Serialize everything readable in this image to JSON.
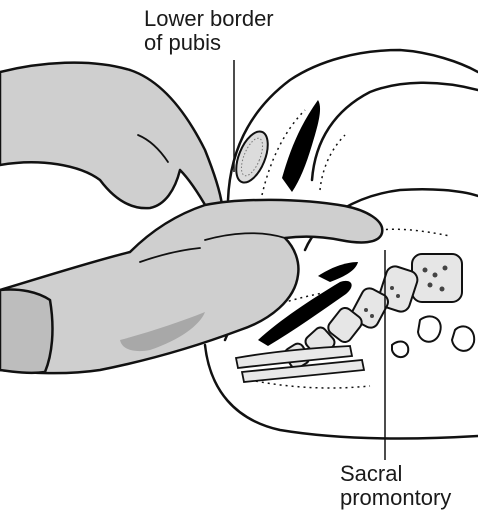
{
  "labels": {
    "pubis_line1": "Lower border",
    "pubis_line2": "of pubis",
    "sacral_line1": "Sacral",
    "sacral_line2": "promontory"
  },
  "colors": {
    "glove": "#c8c8c8",
    "glove_shadow": "#9a9a9a",
    "outline": "#111111",
    "cavity": "#000000",
    "bone_fill": "#e0e0e0",
    "background": "#ffffff"
  }
}
